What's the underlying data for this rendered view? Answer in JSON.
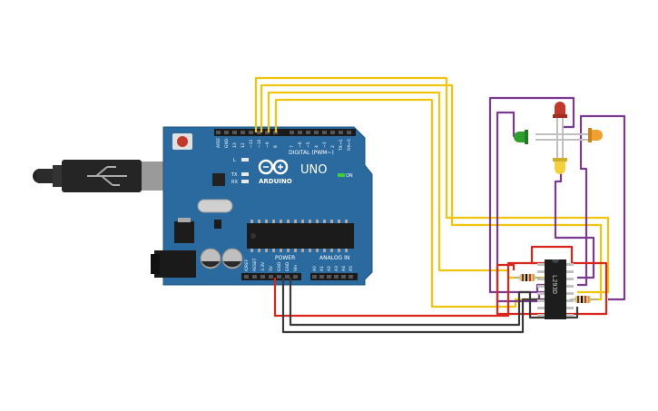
{
  "board": {
    "brand": "ARDUINO",
    "model": "UNO",
    "digital_label": "DIGITAL (PWM~)",
    "power_label": "POWER",
    "analog_label": "ANALOG IN",
    "on_label": "ON",
    "led_labels": [
      "L",
      "TX",
      "RX"
    ],
    "digital_pins": [
      "AREF",
      "GND",
      "13",
      "12",
      "~11",
      "~10",
      "~9",
      "8",
      "7",
      "~6",
      "~5",
      "4",
      "~3",
      "2",
      "TX→1",
      "RX←0"
    ],
    "power_pins": [
      "IOREF",
      "RESET",
      "3.3V",
      "5V",
      "GND",
      "GND",
      "Vin"
    ],
    "analog_pins": [
      "A0",
      "A1",
      "A2",
      "A3",
      "A4",
      "A5"
    ]
  },
  "chip": {
    "label": "L293D"
  },
  "colors": {
    "board": "#2a6a9f",
    "wire_yellow": "#f1c40f",
    "wire_purple": "#7a3a8f",
    "wire_red": "#d9261c",
    "wire_black": "#3a3a3a",
    "led_red": "#c0392b",
    "led_green": "#2f9e2f",
    "led_orange": "#f0a030",
    "led_yellow": "#f4d03f"
  }
}
